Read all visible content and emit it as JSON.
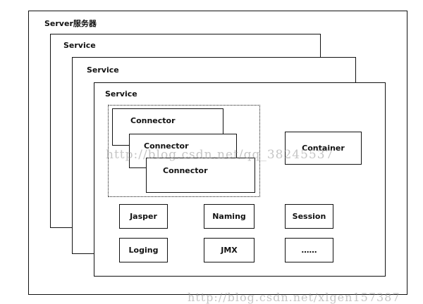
{
  "server": {
    "label": "Server服务器"
  },
  "services": [
    {
      "label": "Service"
    },
    {
      "label": "Service"
    },
    {
      "label": "Service"
    }
  ],
  "connectors": [
    {
      "label": "Connector"
    },
    {
      "label": "Connector"
    },
    {
      "label": "Connector"
    }
  ],
  "container": {
    "label": "Container"
  },
  "components": {
    "jasper": "Jasper",
    "naming": "Naming",
    "session": "Session",
    "loging": "Loging",
    "jmx": "JMX",
    "more": "……"
  },
  "watermarks": {
    "middle": "http://blog.csdn.net/qq_38245537",
    "bottom": "http://blog.csdn.net/xlgen157387"
  }
}
